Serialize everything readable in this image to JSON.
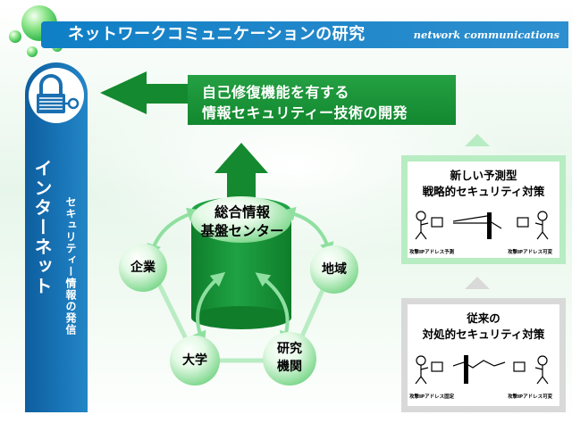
{
  "header": {
    "title": "ネットワークコミュニケーションの研究",
    "subtitle": "network communications"
  },
  "left_column": {
    "main": "インターネット",
    "sub": "セキュリティー情報の発信"
  },
  "goal": {
    "line1": "自己修復機能を有する",
    "line2": "情報セキュリティー技術の開発"
  },
  "center": {
    "line1": "総合情報",
    "line2": "基盤センター"
  },
  "nodes": {
    "company": "企業",
    "region": "地域",
    "university": "大学",
    "research_line1": "研究",
    "research_line2": "機関"
  },
  "panel_new": {
    "title1": "新しい予測型",
    "title2": "戦略的セキュリティ対策",
    "caption_left": "攻撃IPアドレス予測",
    "caption_right": "攻撃IPアドレス可変"
  },
  "panel_old": {
    "title1": "従来の",
    "title2": "対処的セキュリティ対策",
    "caption_left": "攻撃IPアドレス固定",
    "caption_right": "攻撃IPアドレス可変"
  },
  "colors": {
    "blue": "#1a7cc1",
    "green": "#14892f",
    "light_green": "#b8ecc2",
    "grey": "#d9d9d9"
  }
}
